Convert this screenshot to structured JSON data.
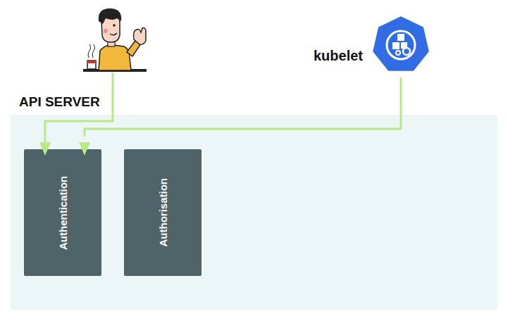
{
  "diagram": {
    "nodes": [
      {
        "text": [
          "API SERVER"
        ]
      },
      {
        "text": [
          "Authentication"
        ],
        "in": 0
      },
      {
        "text": [
          "Authorisation"
        ],
        "in": 0
      },
      {
        "text": [
          "kubelet"
        ]
      }
    ],
    "edges": [
      {
        "from": 3,
        "to": 1,
        "arrow": "to"
      }
    ]
  }
}
